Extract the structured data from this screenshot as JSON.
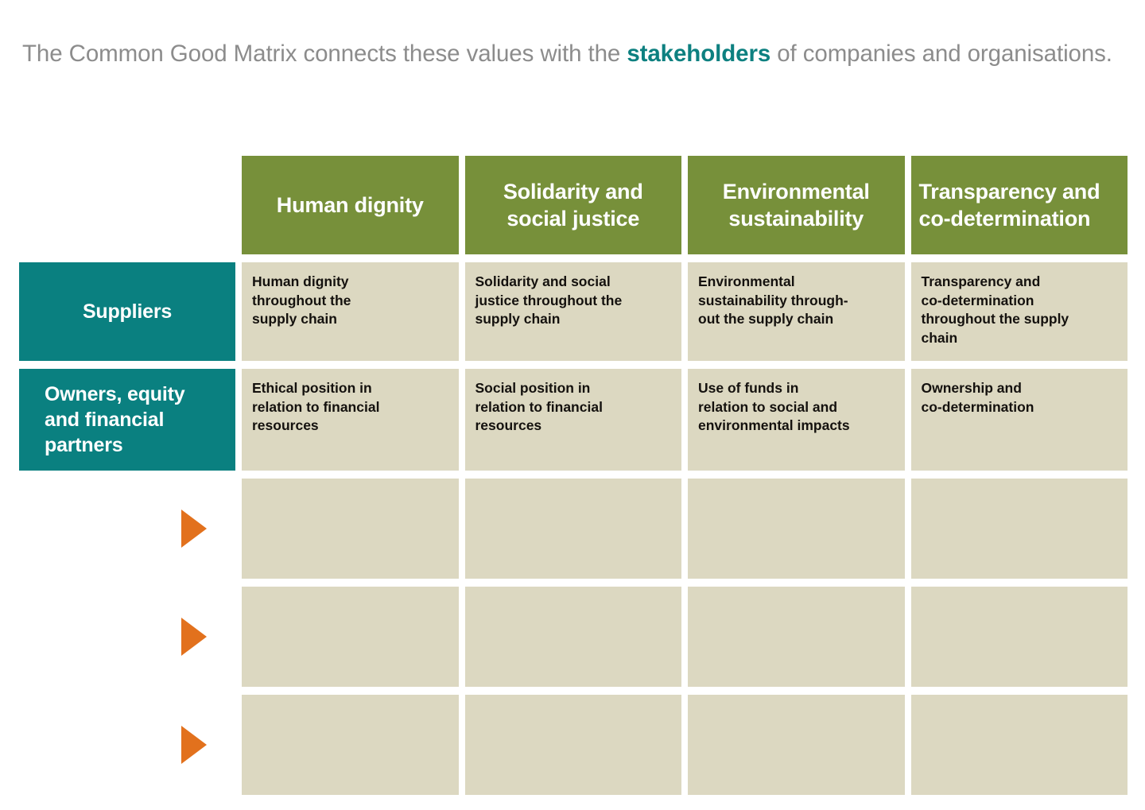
{
  "intro": {
    "part1": "The Common Good Matrix connects these values with the ",
    "highlight": "stakeholders",
    "part2": " of companies and organisations."
  },
  "colors": {
    "green_header": "#77903a",
    "teal_label": "#0a8080",
    "beige_cell": "#dcd8c1",
    "orange_marker": "#e2711d",
    "intro_text": "#8c8c8c",
    "highlight_text": "#0d8080",
    "cell_text": "#14110e"
  },
  "matrix": {
    "columns": [
      {
        "label": "Human dignity",
        "align": "center"
      },
      {
        "label": "Solidarity and\nsocial justice",
        "align": "center"
      },
      {
        "label": "Environmental\nsustainability",
        "align": "center"
      },
      {
        "label": "Transparency and\nco-determination",
        "align": "left"
      }
    ],
    "rows": [
      {
        "label": "Suppliers",
        "label_align": "center",
        "cells": [
          "Human dignity\nthroughout the\nsupply chain",
          "Solidarity and social\njustice throughout the\nsupply chain",
          "Environmental\nsustainability through-\nout the supply chain",
          "Transparency and\nco-determination\nthroughout the supply\nchain"
        ]
      },
      {
        "label": "Owners, equity\nand financial\npartners",
        "label_align": "left",
        "cells": [
          "Ethical position in\nrelation to financial\nresources",
          "Social position in\nrelation to financial\nresources",
          "Use of funds in\nrelation to social and\nenvironmental impacts",
          "Ownership and\nco-determination"
        ]
      }
    ],
    "empty_rows": [
      {
        "marker": "triangle-right-icon",
        "cells": [
          "",
          "",
          "",
          ""
        ]
      },
      {
        "marker": "triangle-right-icon",
        "cells": [
          "",
          "",
          "",
          ""
        ]
      },
      {
        "marker": "triangle-right-icon",
        "cells": [
          "",
          "",
          "",
          ""
        ]
      }
    ]
  }
}
